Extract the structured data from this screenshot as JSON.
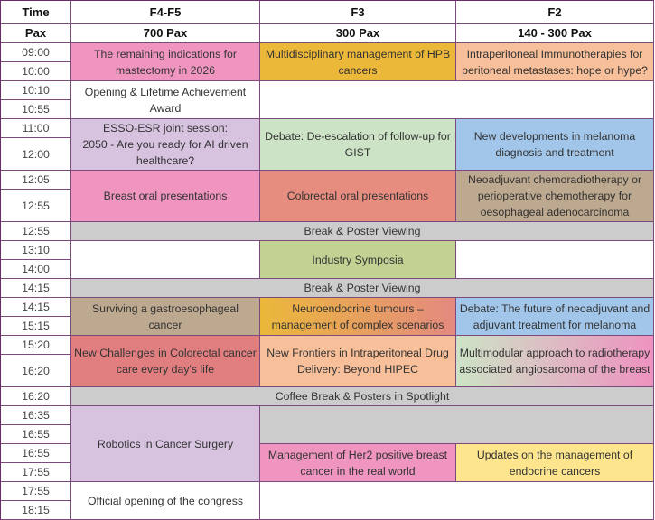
{
  "header": {
    "time": "Time",
    "rooms": [
      "F4-F5",
      "F3",
      "F2"
    ],
    "pax_label": "Pax",
    "pax": [
      "700 Pax",
      "300 Pax",
      "140 - 300 Pax"
    ]
  },
  "times": [
    "09:00",
    "10:00",
    "10:10",
    "10:55",
    "11:00",
    "12:00",
    "12:05",
    "12:55",
    "12:55",
    "13:10",
    "14:00",
    "14:15",
    "14:15",
    "15:15",
    "15:20",
    "16:20",
    "16:20",
    "16:35",
    "16:55",
    "16:55",
    "17:55",
    "17:55",
    "18:15"
  ],
  "sessions": {
    "mastectomy": "The remaining indications for mastectomy in 2026",
    "hpb": "Multidisciplinary management of HPB cancers",
    "immuno": "Intraperitoneal Immunotherapies for peritoneal metastases: hope or hype?",
    "opening": "Opening & Lifetime Achievement Award",
    "ai_line1": "ESSO-ESR joint session:",
    "ai_line2": "2050 - Are you ready for AI driven healthcare?",
    "gist": "Debate: De-escalation of follow-up for GIST",
    "melanoma": "New developments in melanoma diagnosis and treatment",
    "breast_oral": "Breast oral presentations",
    "colorectal_oral": "Colorectal oral presentations",
    "neoadjuvant": "Neoadjuvant chemoradiotherapy or perioperative chemotherapy for oesophageal adenocarcinoma",
    "break1": "Break & Poster Viewing",
    "industry": "Industry Symposia",
    "break2": "Break & Poster Viewing",
    "gastro": "Surviving a gastroesophageal cancer",
    "neuroendocrine": "Neuroendocrine tumours – management of complex scenarios",
    "melanoma_debate": "Debate: The future of neoadjuvant and adjuvant treatment for melanoma",
    "colorectal_challenges": "New Challenges in Colorectal cancer care every day's life",
    "hipec": "New Frontiers in Intraperitoneal Drug Delivery: Beyond HIPEC",
    "angiosarcoma": "Multimodular approach to radiotherapy associated angiosarcoma of the breast",
    "coffee": "Coffee Break & Posters in Spotlight",
    "robotics": "Robotics in Cancer Surgery",
    "her2": "Management of Her2 positive breast cancer in the real world",
    "endocrine": "Updates on the management of endocrine cancers",
    "official_opening": "Official opening of the congress"
  }
}
